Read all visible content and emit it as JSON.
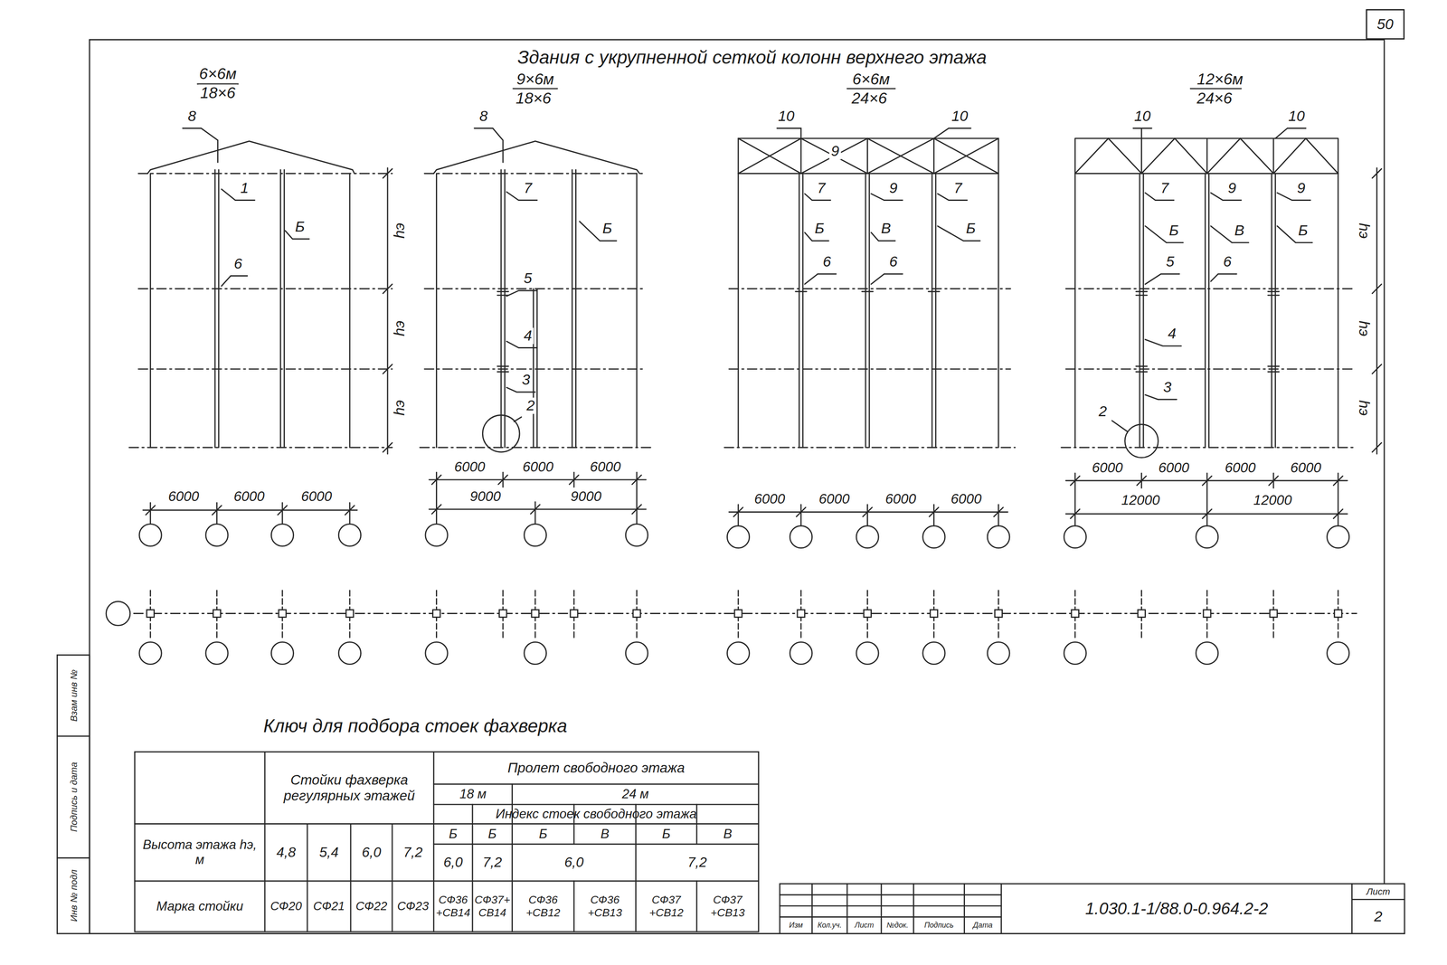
{
  "diagram": {
    "title": "Здания с укрупненной сеткой колонн верхнего этажа",
    "nodes": [
      {
        "text": [
          "50"
        ]
      }
    ],
    "labels": [
      "6×6м",
      "18×6",
      "9×6м",
      "18×6",
      "6×6м",
      "24×6",
      "12×6м",
      "24×6",
      "8",
      "1",
      "Б",
      "6",
      "hэ",
      "hэ",
      "hэ",
      "6000",
      "6000",
      "6000",
      "8",
      "7",
      "Б",
      "5",
      "4",
      "3",
      "2",
      "6000",
      "6000",
      "6000",
      "9000",
      "9000",
      "10",
      "10",
      "9",
      "7",
      "9",
      "7",
      "Б",
      "В",
      "Б",
      "6",
      "6",
      "6000",
      "6000",
      "6000",
      "6000",
      "10",
      "10",
      "7",
      "9",
      "9",
      "Б",
      "В",
      "Б",
      "5",
      "6",
      "4",
      "3",
      "2",
      "hэ",
      "hэ",
      "hэ",
      "6000",
      "6000",
      "6000",
      "6000",
      "12000",
      "12000",
      "Ключ для подбора стоек фахверка",
      "Стойки фахверка регулярных этажей",
      "Пролет свободного этажа",
      "18 м",
      "24 м",
      "Индекс стоек свободного этажа",
      "Б",
      "Б",
      "Б",
      "В",
      "Б",
      "В",
      "Высота этажа hэ, м",
      "4,8",
      "5,4",
      "6,0",
      "7,2",
      "6,0",
      "7,2",
      "6,0",
      "7,2",
      "Марка стойки",
      "СФ20",
      "СФ21",
      "СФ22",
      "СФ23",
      "СФ36 +СВ14",
      "СФ37+ СВ14",
      "СФ36 +СВ12",
      "СФ36 +СВ13",
      "СФ37 +СВ12",
      "СФ37 +СВ13",
      "Изм",
      "Кол.уч.",
      "Лист",
      "№док.",
      "Подпись",
      "Дата",
      "1.030.1-1/88.0-0.964.2-2",
      "Лист",
      "2",
      "Взам инв №",
      "Подпись и дата",
      "Инв № подл"
    ]
  }
}
